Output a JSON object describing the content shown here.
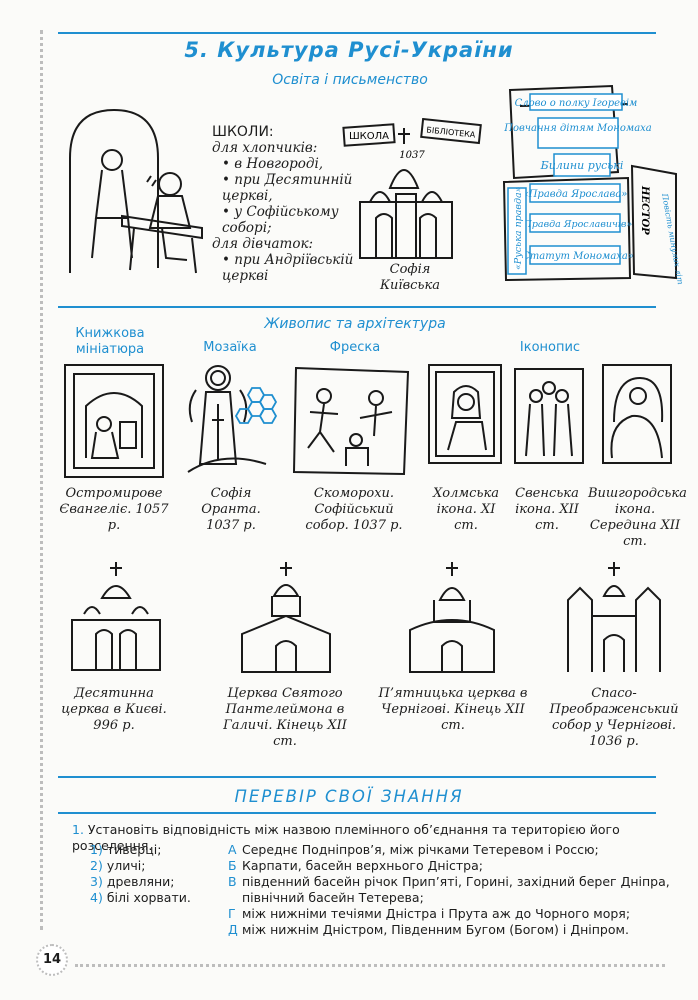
{
  "title": "5. Культура Русі-України",
  "section1": {
    "heading": "Освіта і письменство",
    "schools_label": "ШКОЛИ:",
    "for_boys": "для хлопчиків:",
    "boys_items": [
      "в Новгороді,",
      "при Десятинній церкві,",
      "у Софійському соборі;"
    ],
    "for_girls": "для дівчаток:",
    "girls_items": [
      "при Андріївській церкві"
    ],
    "sign_school": "ШКОЛА",
    "sign_library": "БІБЛІОТЕКА",
    "cathedral_year": "1037",
    "cathedral_caption": "Софія Київська",
    "books": [
      "Слово о полку Ігоревім",
      "Повчання дітям Мономаха",
      "Билини руські",
      "«Правда Ярослава»",
      "«Правда Ярославичів»",
      "«Статут Мономаха»",
      "«Руська правда»",
      "НЕСТОР",
      "Повість минулих літ"
    ]
  },
  "section2": {
    "heading": "Живопис та архітектура",
    "categories": [
      "Книжкова мініатюра",
      "Мозаїка",
      "Фреска",
      "Іконопис"
    ],
    "art_captions": [
      "Остромирове Євангеліє. 1057 р.",
      "Софія Оранта. 1037 р.",
      "Скоморохи. Софійський собор. 1037 р.",
      "Холмська ікона. XI ст.",
      "Свенська ікона. XII ст.",
      "Вишгородська ікона. Середина XII ст."
    ],
    "buildings": [
      "Десятинна церква в Києві. 996 р.",
      "Церква Святого Пантелеймона в Галичі. Кінець XII ст.",
      "П’ятницька церква в Чернігові. Кінець XII ст.",
      "Спасо-Преображенський собор у Чернігові. 1036 р."
    ]
  },
  "quiz": {
    "heading": "ПЕРЕВІР СВОЇ ЗНАННЯ",
    "q1_num": "1.",
    "q1_text": "Установіть відповідність між назвою племінного об’єднання та територією його розселення.",
    "left": [
      {
        "num": "1)",
        "text": "тиверці;"
      },
      {
        "num": "2)",
        "text": "уличі;"
      },
      {
        "num": "3)",
        "text": "древляни;"
      },
      {
        "num": "4)",
        "text": "білі хорвати."
      }
    ],
    "right": [
      {
        "letter": "А",
        "text": "Середнє Подніпров’я, між річками Тетеревом і Россю;"
      },
      {
        "letter": "Б",
        "text": "Карпати, басейн верхнього Дністра;"
      },
      {
        "letter": "В",
        "text": "південний басейн річок Прип’яті, Горині, західний берег Дніпра, північний басейн Тетерева;"
      },
      {
        "letter": "Г",
        "text": "між нижніми течіями Дністра і Прута аж до Чорного моря;"
      },
      {
        "letter": "Д",
        "text": "між нижнім Дністром, Південним Бугом (Богом) і Дніпром."
      }
    ]
  },
  "page_number": "14",
  "colors": {
    "accent": "#1f8fd0",
    "ink": "#1d1d1d"
  }
}
